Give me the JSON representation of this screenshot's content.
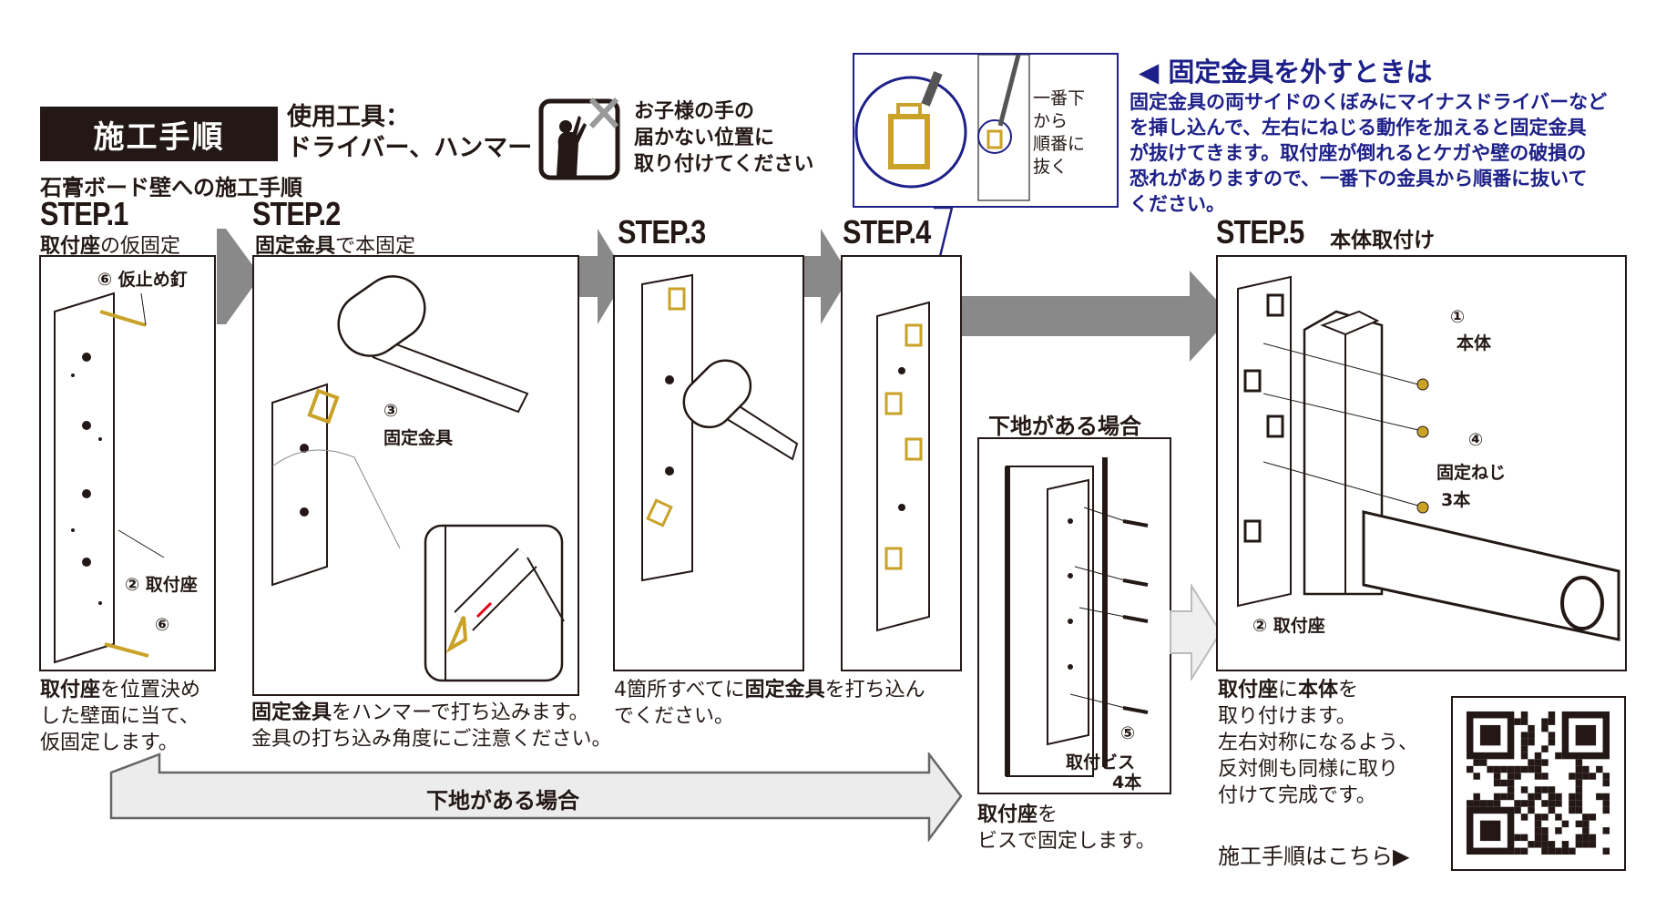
{
  "header": {
    "title": "施工手順",
    "tools_label": "使用工具：",
    "tools_value": "ドライバー、ハンマー",
    "child_warning": [
      "お子様の手の",
      "届かない位置に",
      "取り付けてください"
    ],
    "subtitle": "石膏ボード壁への施工手順"
  },
  "removal": {
    "balloon_text": [
      "一番下",
      "から",
      "順番に",
      "抜く"
    ],
    "title": "固定金具を外すときは",
    "body": [
      "固定金具の両サイドのくぼみにマイナスドライバーなど",
      "を挿し込んで、左右にねじる動作を加えると固定金具",
      "が抜けてきます。取付座が倒れるとケガや壁の破損の",
      "恐れがありますので、一番下の金具から順番に抜いて",
      "ください。"
    ]
  },
  "steps": {
    "s1": {
      "title": "STEP.1",
      "label_bold": "取付座",
      "label_rest": "の仮固定",
      "callouts": [
        "⑥ 仮止め釘",
        "② 取付座",
        "⑥"
      ],
      "desc_bold": "取付座",
      "desc": [
        "を位置決め",
        "した壁面に当て、",
        "仮固定します。"
      ]
    },
    "s2": {
      "title": "STEP.2",
      "label_bold": "固定金具",
      "label_rest": "で本固定",
      "callouts": [
        "③",
        "固定金具"
      ],
      "desc_bold": "固定金具",
      "desc": [
        "をハンマーで打ち込みます。",
        "金具の打ち込み角度にご注意ください。"
      ]
    },
    "s3": {
      "title": "STEP.3",
      "desc_pre": "4箇所すべてに",
      "desc_bold": "固定金具",
      "desc_post": "を打ち込ん",
      "desc2": "でください。"
    },
    "s4": {
      "title": "STEP.4"
    },
    "s5": {
      "title": "STEP.5",
      "label": "本体取付け",
      "callouts": [
        "①",
        "本体",
        "④",
        "固定ねじ",
        "3本",
        "② 取付座"
      ],
      "desc_b1": "取付座",
      "desc_m1": "に",
      "desc_b2": "本体",
      "desc_m2": "を",
      "desc": [
        "取り付けます。",
        "左右対称になるよう、",
        "反対側も同様に取り",
        "付けて完成です。"
      ]
    }
  },
  "base": {
    "title": "下地がある場合",
    "callouts": [
      "⑤",
      "取付ビス",
      "4本"
    ],
    "desc_bold": "取付座",
    "desc1": "を",
    "desc2": "ビスで固定します。",
    "long_arrow_label": "下地がある場合"
  },
  "qr": {
    "label": "施工手順はこちら▶"
  },
  "colors": {
    "ink": "#231815",
    "blue": "#1d2088",
    "arrow": "#898989",
    "gold": "#c9a227",
    "light_arrow": "#e8e8e8"
  }
}
